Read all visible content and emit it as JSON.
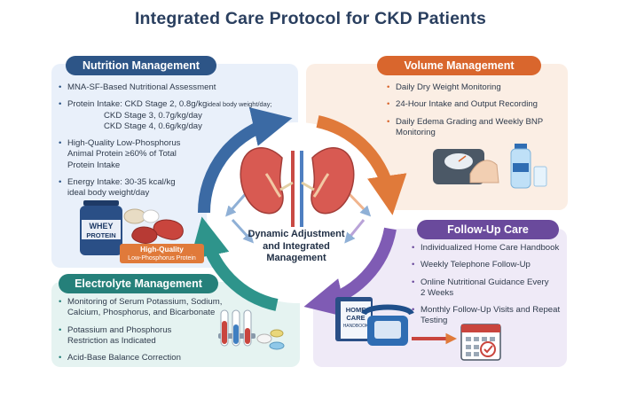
{
  "title": "Integrated Care Protocol for CKD Patients",
  "center": {
    "line1": "Dynamic Adjustment",
    "line2": "and Integrated",
    "line3": "Management"
  },
  "nutrition": {
    "heading": "Nutrition Management",
    "item1": "MNA-SF-Based Nutritional Assessment",
    "protein_prefix": "Protein Intake: CKD Stage 2, 0.8g/kg",
    "protein_suffix": "ideal body weight/day;",
    "protein_line2": "CKD Stage 3, 0.7g/kg/day",
    "protein_line3": "CKD Stage 4, 0.6g/kg/day",
    "item3_line1": "High-Quality Low-Phosphorus",
    "item3_line2": "Animal Protein ≥60% of Total",
    "item3_line3": "Protein Intake",
    "item4_line1": "Energy Intake: 30-35 kcal/kg",
    "item4_line2": "ideal body weight/day",
    "jar_label1": "WHEY",
    "jar_label2": "PROTEIN",
    "tag_line1": "High-Quality",
    "tag_line2": "Low-Phosphorus Protein"
  },
  "volume": {
    "heading": "Volume Management",
    "item1": "Daily Dry Weight Monitoring",
    "item2": "24-Hour Intake and Output Recording",
    "item3_line1": "Daily Edema Grading and Weekly BNP",
    "item3_line2": "Monitoring"
  },
  "electrolyte": {
    "heading": "Electrolyte Management",
    "item1_line1": "Monitoring of Serum Potassium, Sodium,",
    "item1_line2": "Calcium, Phosphorus, and Bicarbonate",
    "item2_line1": "Potassium and Phosphorus",
    "item2_line2": "Restriction as Indicated",
    "item3": "Acid-Base Balance Correction"
  },
  "followup": {
    "heading": "Follow-Up Care",
    "item1": "Individualized Home Care Handbook",
    "item2": "Weekly Telephone Follow-Up",
    "item3_line1": "Online Nutritional Guidance Every",
    "item3_line2": "2 Weeks",
    "item4_line1": "Monthly Follow-Up Visits and Repeat",
    "item4_line2": "Testing",
    "book_line1": "HOME",
    "book_line2": "CARE",
    "book_line3": "HANDBOOK"
  },
  "colors": {
    "nutrition": "#2d5587",
    "volume": "#d9662d",
    "electrolyte": "#25807a",
    "followup": "#6a4a9c"
  },
  "icons": [
    "kidneys-icon",
    "whey-protein-jar-icon",
    "meat-icon",
    "scale-icon",
    "water-bottle-icon",
    "test-tubes-icon",
    "pills-icon",
    "handbook-icon",
    "telephone-icon",
    "calendar-icon"
  ]
}
